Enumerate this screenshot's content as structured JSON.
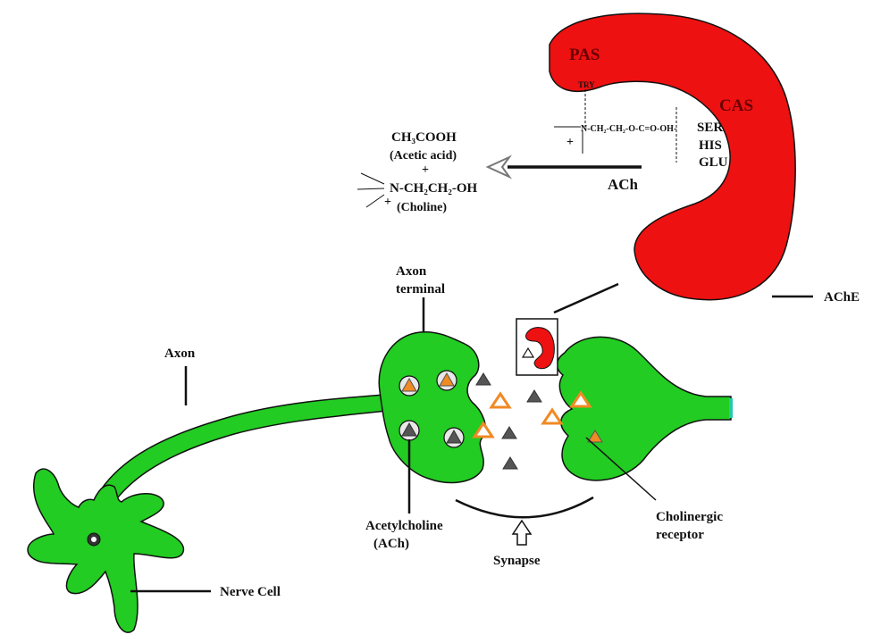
{
  "labels": {
    "pas": "PAS",
    "cas": "CAS",
    "try": "TRY",
    "chain": "N-CH₂-CH₂-O-C=O-OH-",
    "ser": "SER",
    "his": "HIS",
    "glu": "GLU",
    "plus": "+",
    "ach_arrow": "ACh",
    "ache": "AChE",
    "acetic_formula": "CH₃COOH",
    "acetic_name": "(Acetic acid)",
    "choline_formula": "N-CH₂CH₂-OH",
    "choline_name": "(Choline)",
    "axon_terminal_1": "Axon",
    "axon_terminal_2": "terminal",
    "axon": "Axon",
    "nerve_cell": "Nerve Cell",
    "acetylcholine_1": "Acetylcholine",
    "acetylcholine_2": "(ACh)",
    "synapse": "Synapse",
    "receptor_1": "Cholinergic",
    "receptor_2": "receptor"
  },
  "colors": {
    "neuron": "#22cc22",
    "enzyme": "#ee1111",
    "ach": "#f08a24",
    "ach_dark": "#555555",
    "line": "#111111"
  }
}
